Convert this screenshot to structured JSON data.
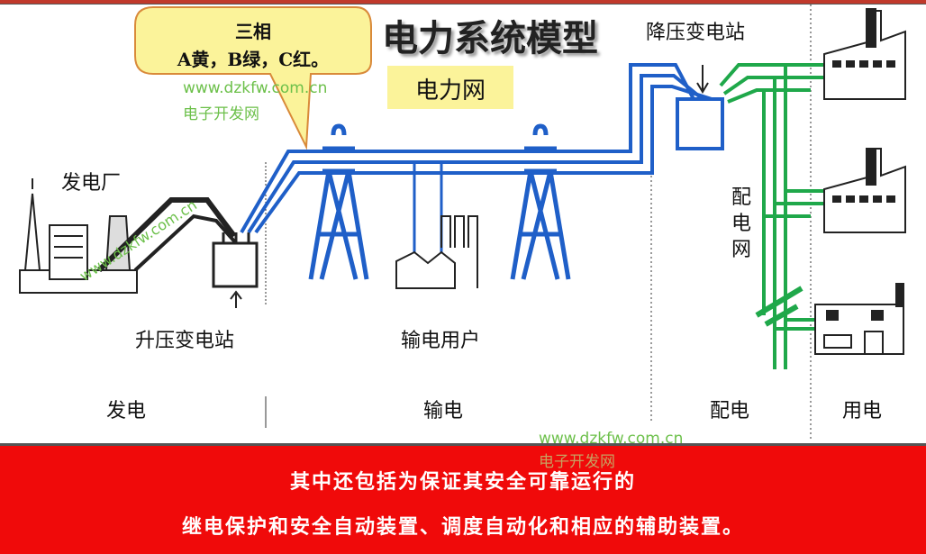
{
  "title": "电力系统模型",
  "callout": {
    "line1": "三相",
    "line2": "A黄，B绿，C红。"
  },
  "grid_label": "电力网",
  "labels": {
    "power_plant": "发电厂",
    "step_up_station": "升压变电站",
    "transmission_user": "输电用户",
    "step_down_station": "降压变电站",
    "distribution_network": "配电网"
  },
  "sections": [
    "发电",
    "输电",
    "配电",
    "用电"
  ],
  "watermark": {
    "url": "www.dzkfw.com.cn",
    "name": "电子开发网"
  },
  "footer": {
    "line1": "其中还包括为保证其安全可靠运行的",
    "line2": "继电保护和安全自动装置、调度自动化和相应的辅助装置。"
  },
  "colors": {
    "transmission": "#1f5fc8",
    "distribution": "#1fa84a",
    "footer_bg": "#f00a0a",
    "callout_bg": "#fbf39a"
  }
}
